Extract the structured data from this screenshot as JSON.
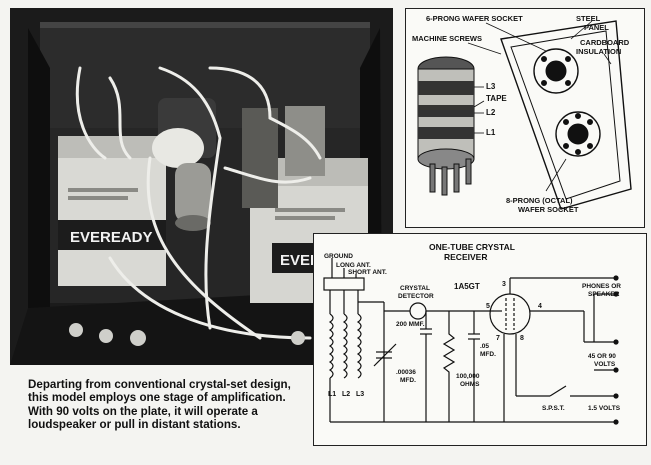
{
  "photo": {
    "battery_brand_left": "EVEREADY",
    "battery_brand_right": "EVEREADY"
  },
  "caption": {
    "lines": [
      "Departing from conventional crystal-set design,",
      "this model employs one stage of amplification.",
      "With 90 volts on the plate, it will operate a",
      "loudspeaker or pull in distant stations."
    ]
  },
  "socket_diagram": {
    "six_prong_socket": "6-PRONG WAFER SOCKET",
    "steel_panel_1": "STEEL",
    "steel_panel_2": "PANEL",
    "machine_screws": "MACHINE SCREWS",
    "cardboard_1": "CARDBOARD",
    "cardboard_2": "INSULATION",
    "coil_l3": "L3",
    "tape": "TAPE",
    "coil_l2": "L2",
    "coil_l1": "L1",
    "octal_1": "8-PRONG (OCTAL)",
    "octal_2": "WAFER SOCKET"
  },
  "schematic": {
    "title_1": "ONE-TUBE CRYSTAL",
    "title_2": "RECEIVER",
    "ground": "GROUND",
    "long_ant": "LONG ANT.",
    "short_ant": "SHORT ANT.",
    "crystal_1": "CRYSTAL",
    "crystal_2": "DETECTOR",
    "cap_200_1": "200 MMF.",
    "cap_00036_1": ".00036",
    "cap_00036_2": "MFD.",
    "cap_05_1": ".05",
    "cap_05_2": "MFD.",
    "resistor_1": "100,000",
    "resistor_2": "OHMS",
    "tube": "1A5GT",
    "pin_3": "3",
    "pin_4": "4",
    "pin_5": "5",
    "pin_7": "7",
    "pin_8": "8",
    "phones_1": "PHONES OR",
    "phones_2": "SPEAKER",
    "volts_45_1": "45 OR 90",
    "volts_45_2": "VOLTS",
    "spst": "S.P.S.T.",
    "volts_15": "1.5 VOLTS",
    "coil_l1": "L1",
    "coil_l2": "L2",
    "coil_l3": "L3"
  }
}
